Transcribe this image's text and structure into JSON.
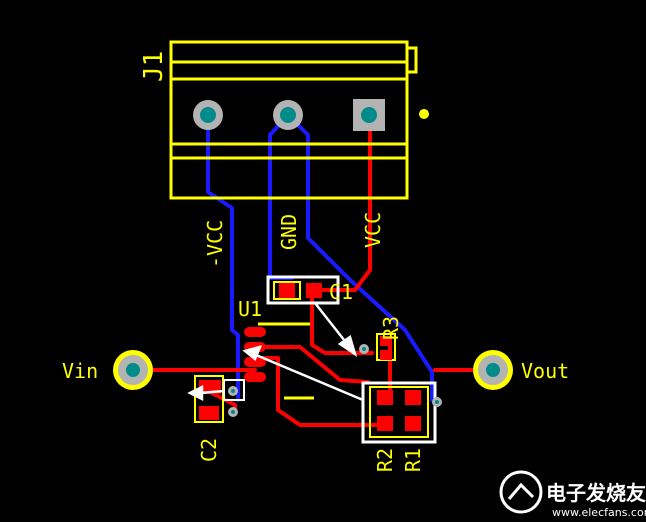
{
  "colors": {
    "background": "#000000",
    "silkscreen": "#ffff00",
    "top_copper": "#ff0000",
    "bottom_copper": "#1a1aff",
    "pad": "#ff0000",
    "via_hole": "#008b8b",
    "selection": "#ffffff",
    "watermark": "#ffffff"
  },
  "connector": {
    "designator": "J1",
    "pins": [
      "-VCC",
      "GND",
      "VCC"
    ]
  },
  "components": {
    "u1": "U1",
    "c1": "C1",
    "c2": "C2",
    "r1": "R1",
    "r2": "R2",
    "r3": "R3"
  },
  "terminals": {
    "vin": "Vin",
    "vout": "Vout"
  },
  "watermark": {
    "icon": "elecfans-logo-icon",
    "text": "电子发烧友",
    "url": "www.elecfans.com"
  }
}
